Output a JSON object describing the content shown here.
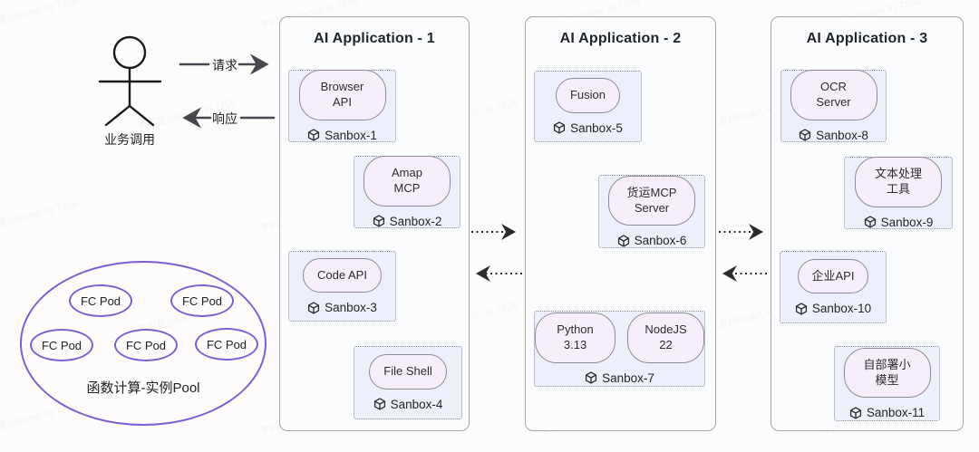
{
  "actor": {
    "label": "业务调用"
  },
  "flow": {
    "request_label": "请求",
    "response_label": "响应"
  },
  "pool": {
    "label": "函数计算-实例Pool",
    "pods": [
      "FC Pod",
      "FC Pod",
      "FC Pod",
      "FC Pod",
      "FC Pod"
    ]
  },
  "apps": [
    {
      "title": "AI Application - 1",
      "sandboxes": [
        {
          "pills": [
            "Browser API"
          ],
          "name": "Sanbox-1"
        },
        {
          "pills": [
            "Amap MCP"
          ],
          "name": "Sanbox-2"
        },
        {
          "pills": [
            "Code API"
          ],
          "name": "Sanbox-3"
        },
        {
          "pills": [
            "File Shell"
          ],
          "name": "Sanbox-4"
        }
      ]
    },
    {
      "title": "AI Application - 2",
      "sandboxes": [
        {
          "pills": [
            "Fusion"
          ],
          "name": "Sanbox-5"
        },
        {
          "pills": [
            "货运MCP Server"
          ],
          "name": "Sanbox-6"
        },
        {
          "pills": [
            "Python 3.13",
            "NodeJS 22"
          ],
          "name": "Sanbox-7"
        }
      ]
    },
    {
      "title": "AI Application - 3",
      "sandboxes": [
        {
          "pills": [
            "OCR Server"
          ],
          "name": "Sanbox-8"
        },
        {
          "pills": [
            "文本处理工具"
          ],
          "name": "Sanbox-9"
        },
        {
          "pills": [
            "企业API"
          ],
          "name": "Sanbox-10"
        },
        {
          "pills": [
            "自部署小模型"
          ],
          "name": "Sanbox-11"
        }
      ]
    }
  ],
  "icons": {
    "sandbox_icon": "cube-icon"
  },
  "colors": {
    "purple_stroke": "#7e5fd3",
    "sandbox_bg": "#edf0fa",
    "pill_bg": "#f6effb",
    "app_border": "#a6a6ad",
    "solid_arrow": "#45474d",
    "dotted_arrow_dark": "#2b2b2b",
    "dotted_arrow_gray": "#8d8d93"
  },
  "watermark": {
    "text": "李闪星(shanlei.9) 7256"
  }
}
